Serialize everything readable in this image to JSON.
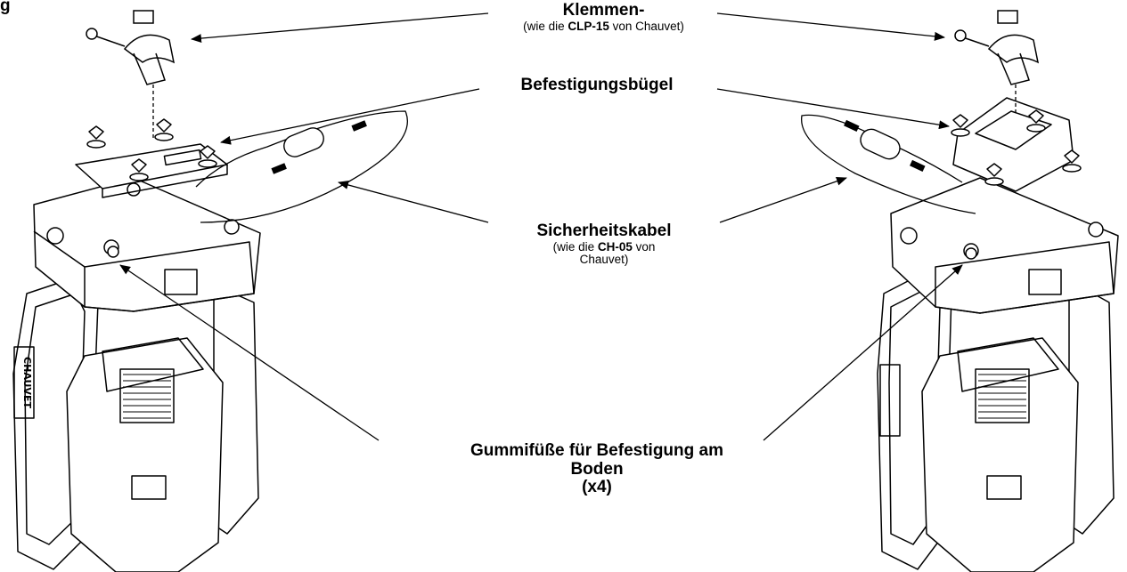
{
  "figure": {
    "partial_heading": "g"
  },
  "labels": {
    "clamp": {
      "title": "Klemmen-",
      "pre": "(wie die ",
      "model": "CLP-15",
      "post": " von Chauvet)"
    },
    "bracket": {
      "title": "Befestigungsbügel"
    },
    "safety": {
      "title": "Sicherheitskabel",
      "pre": "(wie die ",
      "model": "CH-05",
      "post_line1": " von",
      "line2": "Chauvet)"
    },
    "feet": {
      "line1": "Gummifüße für Befestigung am",
      "line2": "Boden",
      "line3": "(x4)"
    }
  },
  "fixture": {
    "brand_marking": "CHAUVET"
  }
}
